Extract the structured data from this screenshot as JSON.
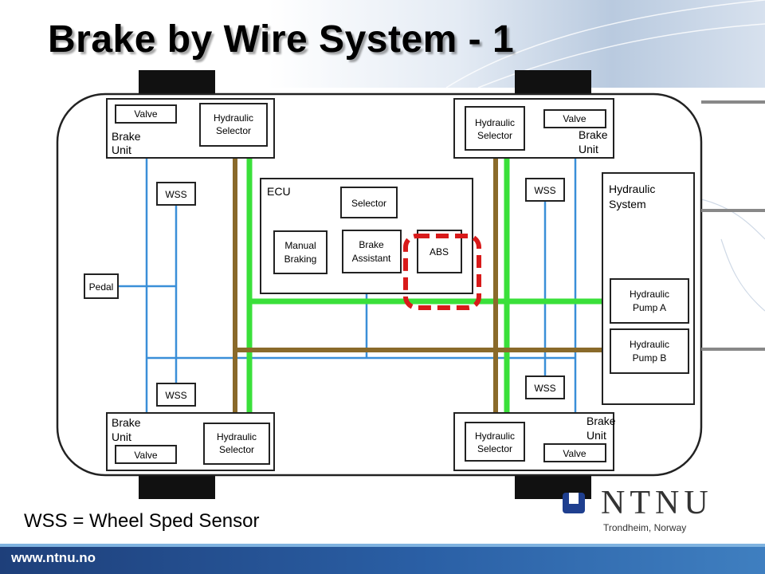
{
  "slide": {
    "title": "Brake by Wire System - 1",
    "caption": "WSS = Wheel Sped Sensor",
    "footer_url": "www.ntnu.no",
    "logo_text": "NTNU",
    "location": "Trondheim, Norway"
  },
  "diagram": {
    "brake_units": [
      {
        "valve": "Valve",
        "selector_line1": "Hydraulic",
        "selector_line2": "Selector",
        "unit_line1": "Brake",
        "unit_line2": "Unit"
      },
      {
        "valve": "Valve",
        "selector_line1": "Hydraulic",
        "selector_line2": "Selector",
        "unit_line1": "Brake",
        "unit_line2": "Unit"
      },
      {
        "valve": "Valve",
        "selector_line1": "Hydraulic",
        "selector_line2": "Selector",
        "unit_line1": "Brake",
        "unit_line2": "Unit"
      },
      {
        "valve": "Valve",
        "selector_line1": "Hydraulic",
        "selector_line2": "Selector",
        "unit_line1": "Brake",
        "unit_line2": "Unit"
      }
    ],
    "wss": [
      "WSS",
      "WSS",
      "WSS",
      "WSS"
    ],
    "pedal": "Pedal",
    "ecu": {
      "label": "ECU",
      "selector": "Selector",
      "manual_line1": "Manual",
      "manual_line2": "Braking",
      "assistant_line1": "Brake",
      "assistant_line2": "Assistant",
      "abs": "ABS"
    },
    "hydraulic_system": {
      "label_line1": "Hydraulic",
      "label_line2": "System",
      "pump_a_line1": "Hydraulic",
      "pump_a_line2": "Pump A",
      "pump_b_line1": "Hydraulic",
      "pump_b_line2": "Pump B"
    },
    "colors": {
      "blue_line": "#3a8fd8",
      "green_line": "#3ae03a",
      "brown_line": "#8a6a2a",
      "valve_link": "#1030d0",
      "abs_highlight": "#d81a1a",
      "wheel": "#111111"
    }
  }
}
